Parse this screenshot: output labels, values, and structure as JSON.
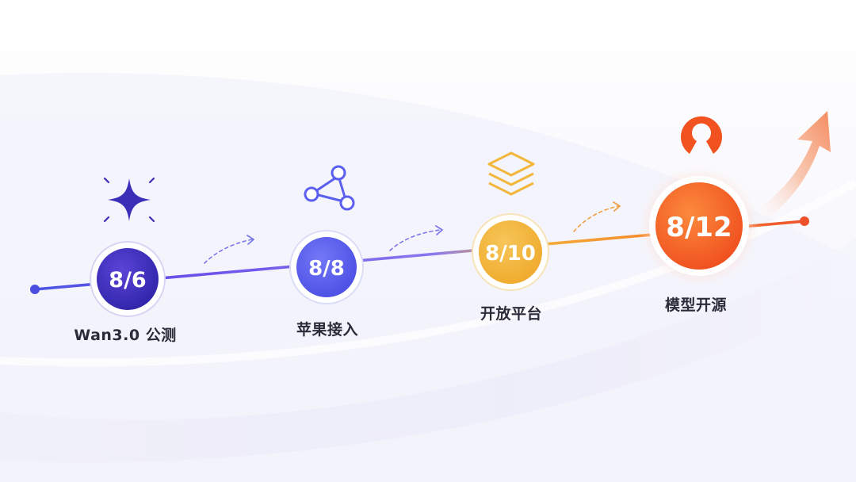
{
  "milestones": [
    {
      "date": "8/6",
      "label": "Wan3.0 公测",
      "icon": "sparkle-icon"
    },
    {
      "date": "8/8",
      "label": "苹果接入",
      "icon": "share-network-icon"
    },
    {
      "date": "8/10",
      "label": "开放平台",
      "icon": "layers-stack-icon"
    },
    {
      "date": "8/12",
      "label": "模型开源",
      "icon": "open-source-icon"
    }
  ],
  "colors": {
    "start": "#4a4ee0",
    "m1": "#3b2fb8",
    "m2": "#5b5ff0",
    "m3": "#f2b63a",
    "m4": "#f2521f",
    "end": "#f0512a",
    "arrow": "#f6a07c"
  },
  "decorations": [
    "dashed-arrow",
    "rising-arrow-icon"
  ]
}
